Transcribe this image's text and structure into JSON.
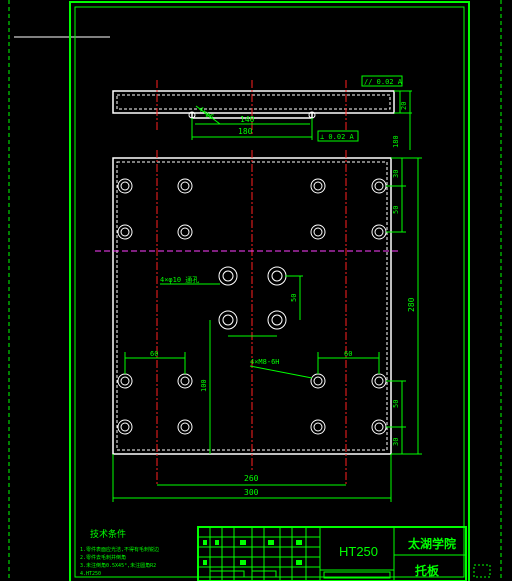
{
  "drawing": {
    "material": "HT250",
    "school": "太湖学院",
    "part_name": "托板",
    "tech_req": {
      "title": "技术条件",
      "lines": [
        "1.零件表面应光洁,不得有毛刺锐边",
        "2.零件去毛刺并倒角",
        "3.未注倒角0.5X45°,未注圆角R2",
        "4.HT250"
      ]
    },
    "top_view": {
      "tol_top": "// 0.02 A",
      "tol_bottom": "⊥ 0.02 A",
      "dim_mid": "180",
      "dim_right": "20",
      "dim_note": "4×φ6",
      "dim_inner": "140"
    },
    "plan_view": {
      "dims": {
        "overall_width": "300",
        "inner_width": "260",
        "overall_height": "280",
        "left_spacing": "60",
        "right_spacing": "60",
        "center_spacing": "50",
        "vertical_offset": "100",
        "right_top_a": "30",
        "right_top_b": "50",
        "right_bot_a": "50",
        "right_bot_b": "30"
      },
      "callouts": [
        "4×φ10 通孔",
        "4×M8-6H"
      ]
    }
  }
}
